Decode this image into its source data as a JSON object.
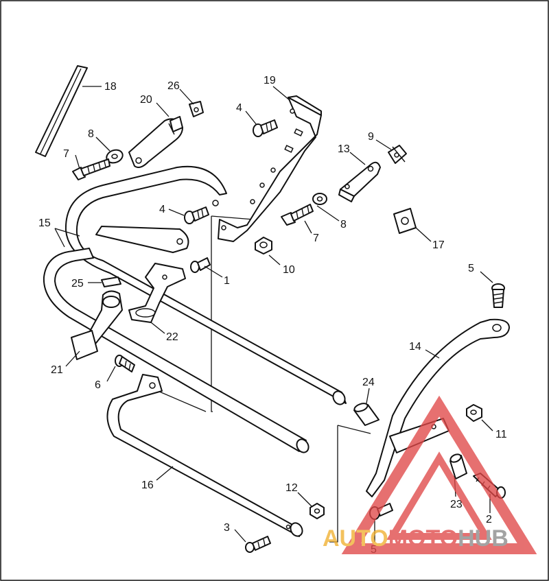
{
  "colors": {
    "ink": "#111111",
    "background": "#ffffff",
    "watermark_red": "#e04848",
    "watermark_orange": "#f0b030",
    "watermark_grey": "#8a8a8a"
  },
  "callouts": [
    {
      "id": "c1",
      "label": "1"
    },
    {
      "id": "c2",
      "label": "2"
    },
    {
      "id": "c3",
      "label": "3"
    },
    {
      "id": "c4a",
      "label": "4"
    },
    {
      "id": "c4b",
      "label": "4"
    },
    {
      "id": "c5a",
      "label": "5"
    },
    {
      "id": "c5b",
      "label": "5"
    },
    {
      "id": "c6",
      "label": "6"
    },
    {
      "id": "c7a",
      "label": "7"
    },
    {
      "id": "c7b",
      "label": "7"
    },
    {
      "id": "c8a",
      "label": "8"
    },
    {
      "id": "c8b",
      "label": "8"
    },
    {
      "id": "c9",
      "label": "9"
    },
    {
      "id": "c10",
      "label": "10"
    },
    {
      "id": "c11",
      "label": "11"
    },
    {
      "id": "c12",
      "label": "12"
    },
    {
      "id": "c13",
      "label": "13"
    },
    {
      "id": "c14",
      "label": "14"
    },
    {
      "id": "c15",
      "label": "15"
    },
    {
      "id": "c16",
      "label": "16"
    },
    {
      "id": "c17",
      "label": "17"
    },
    {
      "id": "c18",
      "label": "18"
    },
    {
      "id": "c19",
      "label": "19"
    },
    {
      "id": "c20",
      "label": "20"
    },
    {
      "id": "c21",
      "label": "21"
    },
    {
      "id": "c22",
      "label": "22"
    },
    {
      "id": "c23",
      "label": "23"
    },
    {
      "id": "c24",
      "label": "24"
    },
    {
      "id": "c25",
      "label": "25"
    },
    {
      "id": "c26",
      "label": "26"
    }
  ],
  "watermark": {
    "part1": "AUTO",
    "part2": "MOTO",
    "part3": "HUB"
  }
}
